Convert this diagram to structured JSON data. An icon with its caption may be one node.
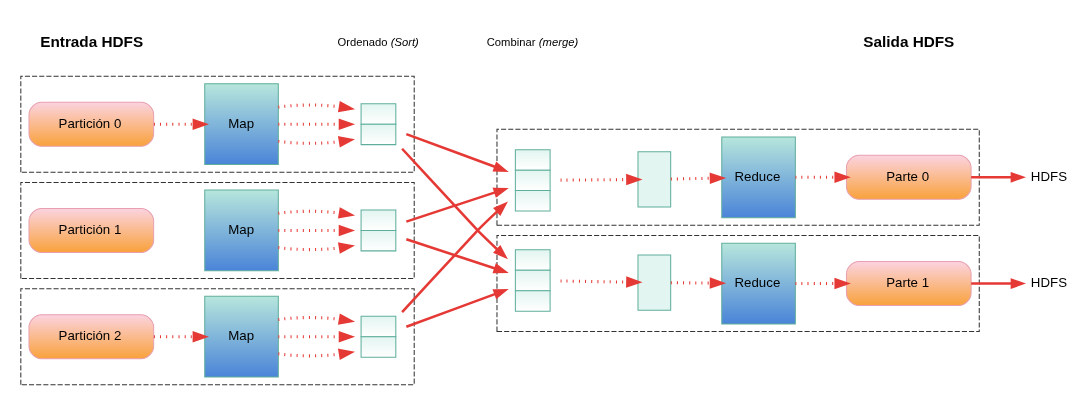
{
  "diagram": {
    "nodes": [
      {
        "text": [],
        "shape": "box"
      },
      {
        "text": [
          "Partición 0"
        ],
        "in": 0
      },
      {
        "text": [
          "Map"
        ],
        "in": 0
      },
      {
        "text": [],
        "shape": "box",
        "in": 0
      },
      {
        "text": [],
        "shape": "box"
      },
      {
        "text": [
          "Partición 1"
        ],
        "in": 4
      },
      {
        "text": [
          "Map"
        ],
        "in": 4
      },
      {
        "text": [],
        "shape": "box",
        "in": 4
      },
      {
        "text": [],
        "shape": "box"
      },
      {
        "text": [
          "Partición 2"
        ],
        "in": 8
      },
      {
        "text": [
          "Map"
        ],
        "in": 8
      },
      {
        "text": [],
        "shape": "box",
        "in": 8
      },
      {
        "text": [],
        "shape": "box"
      },
      {
        "text": [],
        "shape": "box",
        "in": 12
      },
      {
        "text": [],
        "shape": "box",
        "in": 12
      },
      {
        "text": [
          "Reduce"
        ],
        "in": 12
      },
      {
        "text": [
          "Parte 0"
        ],
        "in": 12
      },
      {
        "text": [],
        "shape": "box"
      },
      {
        "text": [],
        "shape": "box",
        "in": 17
      },
      {
        "text": [],
        "shape": "box",
        "in": 17
      },
      {
        "text": [
          "Reduce"
        ],
        "in": 17
      },
      {
        "text": [
          "Parte 1"
        ],
        "in": 17
      },
      {
        "text": [
          "HDFS"
        ]
      },
      {
        "text": [
          "HDFS"
        ]
      }
    ],
    "edges": [
      {
        "from": 1,
        "to": 2,
        "arrow": "to",
        "style": "dashed"
      },
      {
        "from": 2,
        "to": 3,
        "arrow": "to",
        "style": "dashed"
      },
      {
        "from": 2,
        "to": 3,
        "arrow": "to",
        "style": "dashed"
      },
      {
        "from": 2,
        "to": 3,
        "arrow": "to",
        "style": "dashed"
      },
      {
        "from": 6,
        "to": 7,
        "arrow": "to",
        "style": "dashed"
      },
      {
        "from": 6,
        "to": 7,
        "arrow": "to",
        "style": "dashed"
      },
      {
        "from": 6,
        "to": 7,
        "arrow": "to",
        "style": "dashed"
      },
      {
        "from": 9,
        "to": 10,
        "arrow": "to",
        "style": "dashed"
      },
      {
        "from": 10,
        "to": 11,
        "arrow": "to",
        "style": "dashed"
      },
      {
        "from": 10,
        "to": 11,
        "arrow": "to",
        "style": "dashed"
      },
      {
        "from": 10,
        "to": 11,
        "arrow": "to",
        "style": "dashed"
      },
      {
        "from": 3,
        "to": 13,
        "arrow": "to"
      },
      {
        "from": 3,
        "to": 18,
        "arrow": "to"
      },
      {
        "from": 7,
        "to": 13,
        "arrow": "to"
      },
      {
        "from": 7,
        "to": 18,
        "arrow": "to"
      },
      {
        "from": 11,
        "to": 13,
        "arrow": "to"
      },
      {
        "from": 11,
        "to": 18,
        "arrow": "to"
      },
      {
        "from": 13,
        "to": 14,
        "arrow": "to",
        "style": "dashed"
      },
      {
        "from": 14,
        "to": 15,
        "arrow": "to",
        "style": "dashed"
      },
      {
        "from": 15,
        "to": 16,
        "arrow": "to",
        "style": "dashed"
      },
      {
        "from": 16,
        "to": 22,
        "arrow": "to"
      },
      {
        "from": 18,
        "to": 19,
        "arrow": "to",
        "style": "dashed"
      },
      {
        "from": 19,
        "to": 20,
        "arrow": "to",
        "style": "dashed"
      },
      {
        "from": 20,
        "to": 21,
        "arrow": "to",
        "style": "dashed"
      },
      {
        "from": 21,
        "to": 23,
        "arrow": "to"
      }
    ],
    "labels": [
      "Entrada HDFS",
      "Ordenado *(Sort)*",
      "Salida HDFS",
      "Combinar *(merge)*"
    ]
  }
}
